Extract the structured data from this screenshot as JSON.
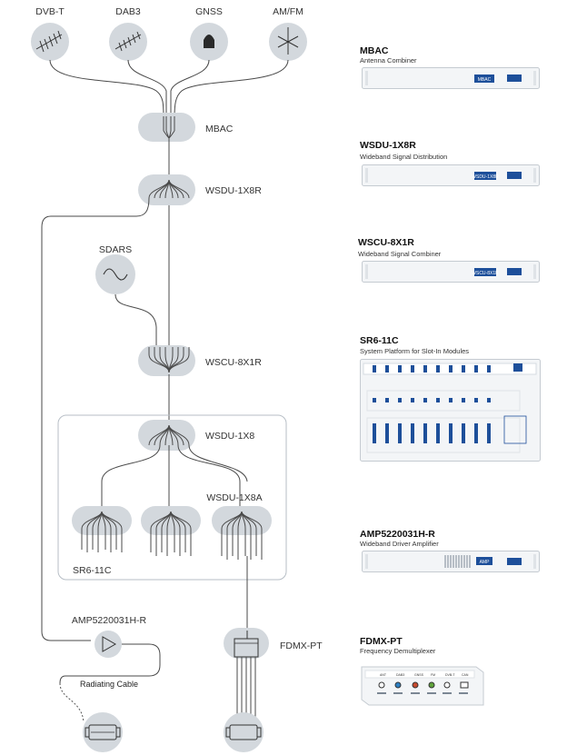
{
  "antennas": [
    "DVB-T",
    "DAB3",
    "GNSS",
    "AM/FM"
  ],
  "nodes": {
    "mbac": "MBAC",
    "wsdu_1x8r": "WSDU-1X8R",
    "sdars": "SDARS",
    "wscu_8x1r": "WSCU-8X1R",
    "wsdu_1x8": "WSDU-1X8",
    "wsdu_1x8a": "WSDU-1X8A",
    "sr6_11c": "SR6-11C",
    "amp": "AMP5220031H-R",
    "radiating_cable": "Radiating Cable",
    "fdmx": "FDMX-PT"
  },
  "products": [
    {
      "title": "MBAC",
      "subtitle": "Antenna Combiner",
      "panel_text": "MBAC"
    },
    {
      "title": "WSDU-1X8R",
      "subtitle": "Wideband Signal Distribution",
      "panel_text": "WSDU-1X8R"
    },
    {
      "title": "WSCU-8X1R",
      "subtitle": "Wideband Signal Combiner",
      "panel_text": "WSCU-8X1R"
    },
    {
      "title": "SR6-11C",
      "subtitle": "System Platform for Slot-In Modules"
    },
    {
      "title": "AMP5220031H-R",
      "subtitle": "Wideband Driver Amplifier",
      "panel_text": "AMP"
    },
    {
      "title": "FDMX-PT",
      "subtitle": "Frequency Demultiplexer"
    }
  ],
  "fdmx_panel_labels": [
    "ANT",
    "DAB3",
    "GNSS",
    "FM",
    "DVB-T",
    "CAN"
  ]
}
